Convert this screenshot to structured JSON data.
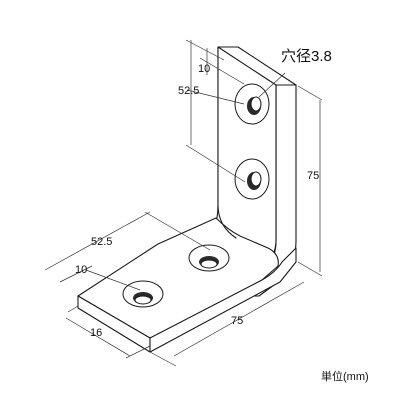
{
  "labels": {
    "hole_diameter": "穴径3.8",
    "dim_top_10": "10",
    "dim_top_52_5": "52.5",
    "dim_right_75": "75",
    "dim_bottom_52_5": "52.5",
    "dim_bottom_10": "10",
    "dim_bottom_16": "16",
    "dim_bottom_75": "75",
    "unit": "単位(mm)"
  }
}
